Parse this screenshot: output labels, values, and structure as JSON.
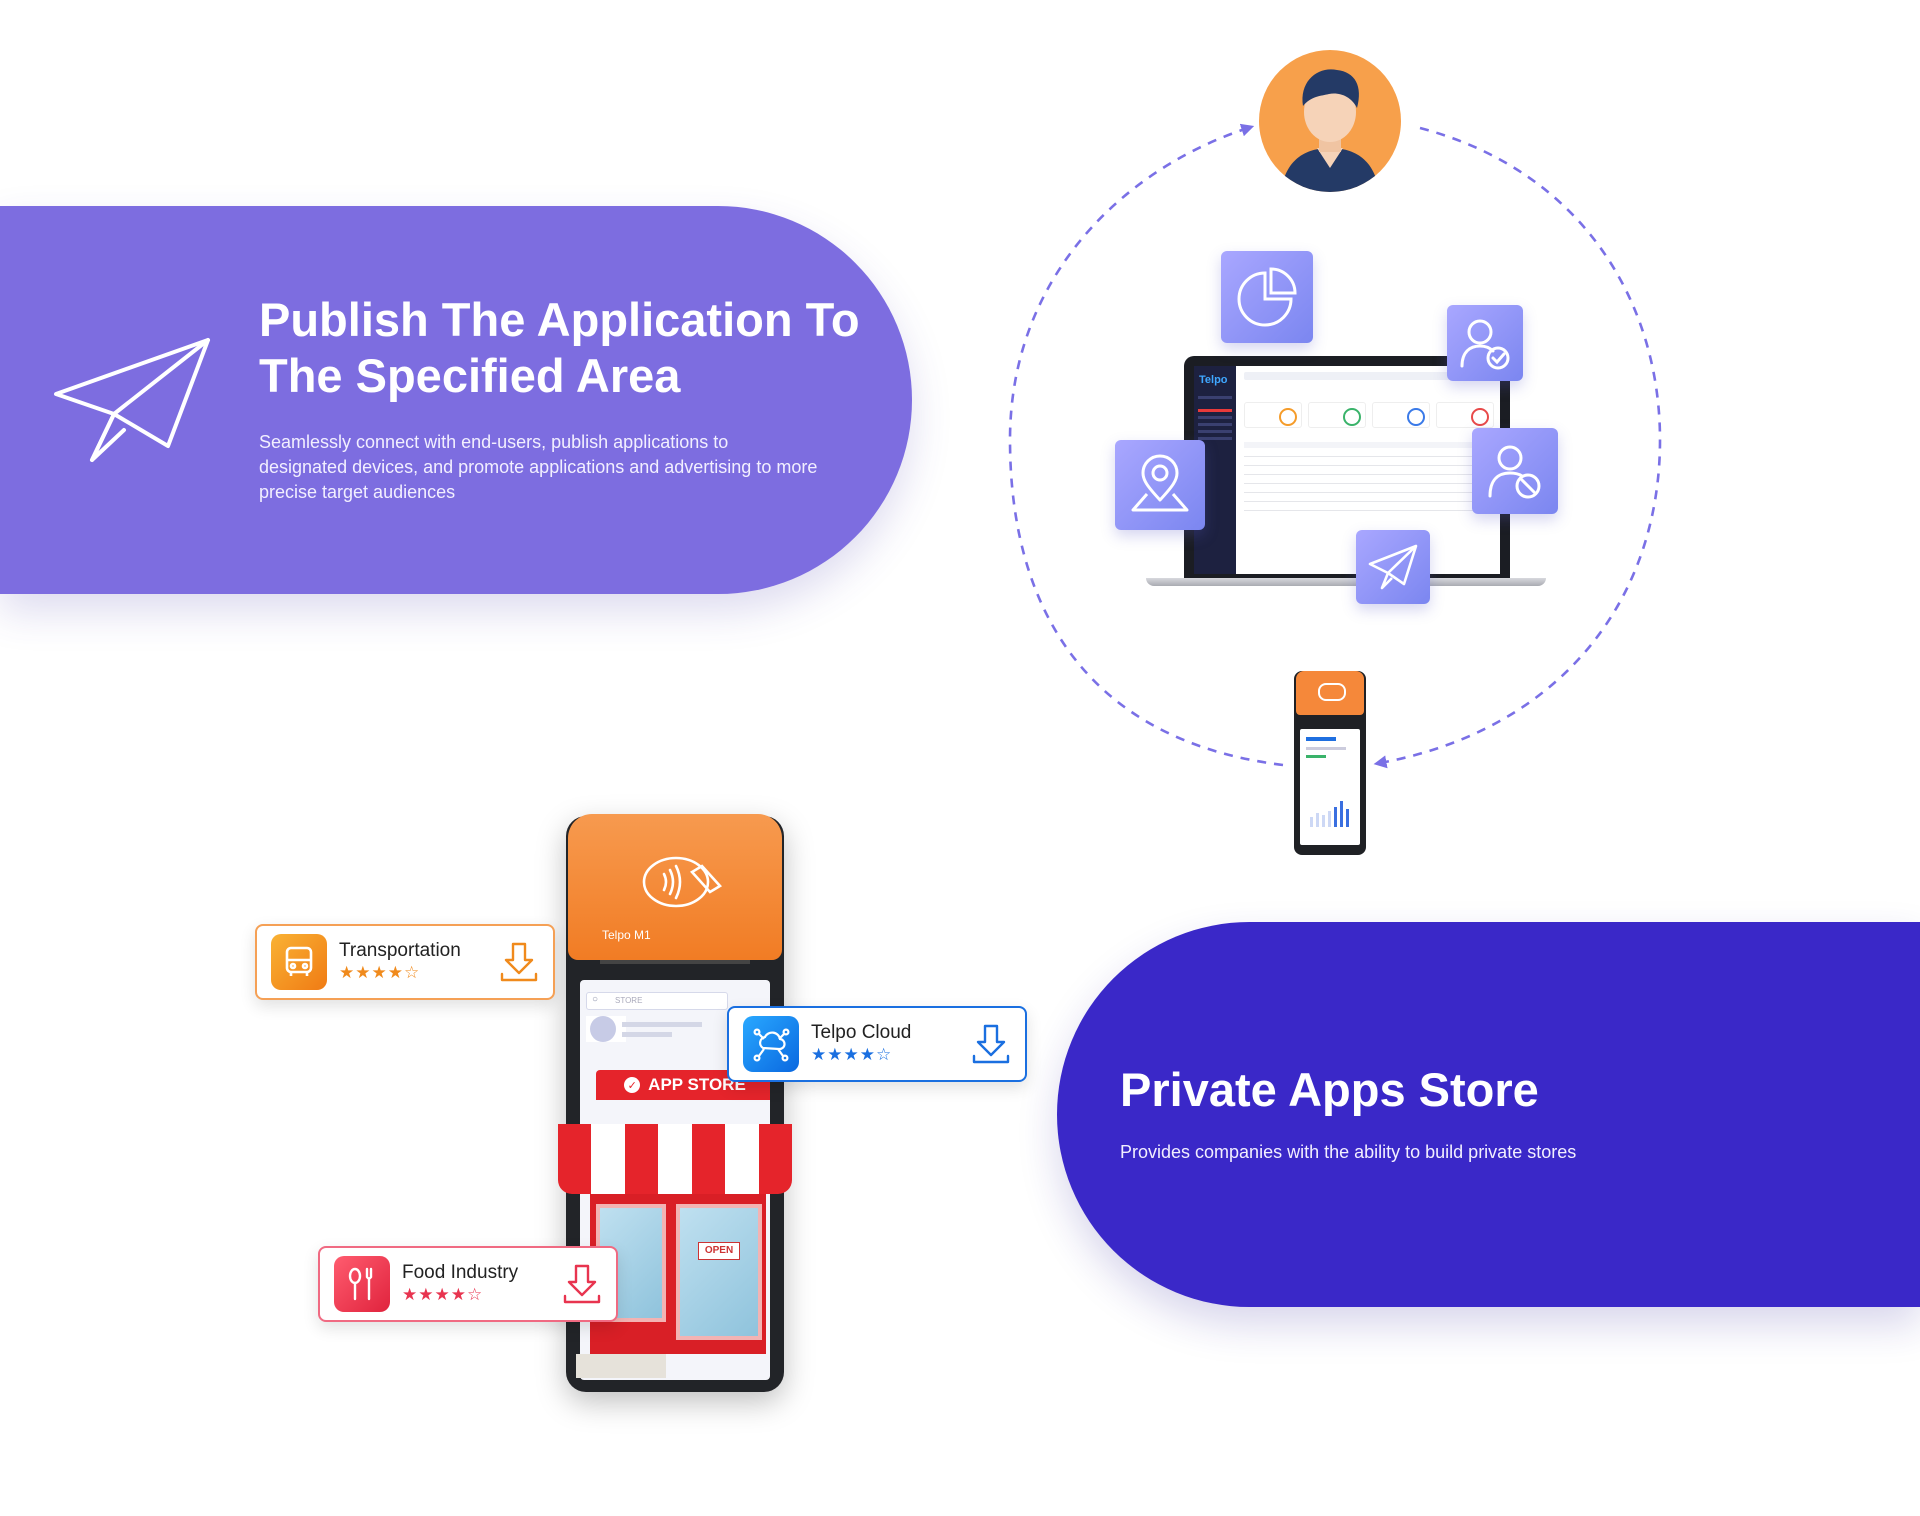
{
  "publish": {
    "title_line1": "Publish The Application To",
    "title_line2": "The Specified Area",
    "description": "Seamlessly connect with end-users, publish applications to designated devices, and promote applications and advertising to more precise target audiences",
    "icon": "paper-plane-icon"
  },
  "store": {
    "title": "Private Apps Store",
    "description": "Provides companies with the ability to build private stores"
  },
  "apps": [
    {
      "name": "Transportation",
      "stars": "★★★★☆",
      "icon": "bus-icon",
      "color": "#f08a1c"
    },
    {
      "name": "Telpo Cloud",
      "stars": "★★★★☆",
      "icon": "cloud-network-icon",
      "color": "#1a6fe0"
    },
    {
      "name": "Food Industry",
      "stars": "★★★★☆",
      "icon": "fork-knife-icon",
      "color": "#e8344f"
    }
  ],
  "device": {
    "brand_label": "Telpo M1",
    "search_placeholder": "STORE",
    "store_banner": "APP STORE",
    "open_sign": "OPEN"
  },
  "laptop": {
    "brand": "Telpo"
  },
  "colors": {
    "publish_bg": "#7d6de0",
    "store_bg": "#3a28c8",
    "accent_orange": "#f5883a",
    "dashed_line": "#7a70e6"
  }
}
